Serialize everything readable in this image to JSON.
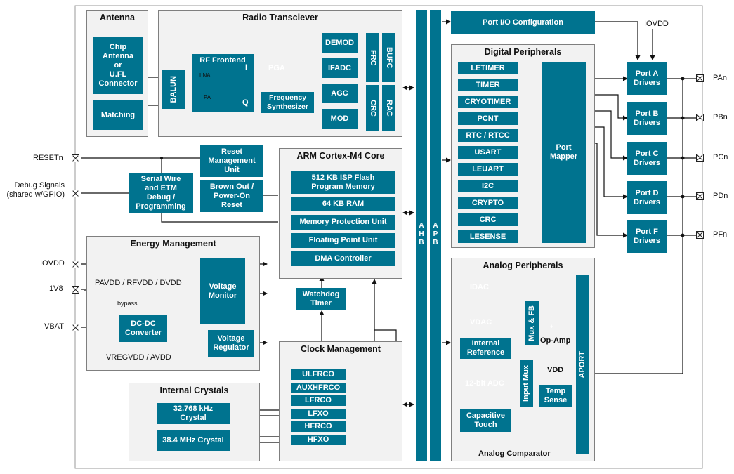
{
  "antenna": {
    "title": "Antenna",
    "chip": "Chip\nAntenna\nor\nU.FL\nConnector",
    "matching": "Matching"
  },
  "radio": {
    "title": "Radio Transciever",
    "balun": "BALUN",
    "rf_frontend": "RF Frontend",
    "lna": "LNA",
    "pa": "PA",
    "i": "I",
    "q": "Q",
    "pga": "PGA",
    "demod": "DEMOD",
    "ifadc": "IFADC",
    "agc": "AGC",
    "mod": "MOD",
    "freq_synth": "Frequency\nSynthesizer",
    "frc": "FRC",
    "bufc": "BUFC",
    "crc": "CRC",
    "rac": "RAC"
  },
  "bus": {
    "ahb": "AHB",
    "apb": "APB"
  },
  "port_io": "Port I/O Configuration",
  "iovdd_top": "IOVDD",
  "digital": {
    "title": "Digital Peripherals",
    "items": [
      "LETIMER",
      "TIMER",
      "CRYOTIMER",
      "PCNT",
      "RTC / RTCC",
      "USART",
      "LEUART",
      "I2C",
      "CRYPTO",
      "CRC",
      "LESENSE"
    ],
    "port_mapper": "Port\nMapper"
  },
  "drivers": [
    "Port A\nDrivers",
    "Port B\nDrivers",
    "Port C\nDrivers",
    "Port D\nDrivers",
    "Port F\nDrivers"
  ],
  "pins": [
    "PAn",
    "PBn",
    "PCn",
    "PDn",
    "PFn"
  ],
  "reset_unit": "Reset\nManagement\nUnit",
  "brownout": "Brown Out /\nPower-On\nReset",
  "serial_wire": "Serial Wire\nand ETM\nDebug /\nProgramming",
  "resetn": "RESETn",
  "debug": "Debug Signals\n(shared w/GPIO)",
  "arm": {
    "title": "ARM Cortex-M4 Core",
    "flash": "512 KB ISP Flash\nProgram Memory",
    "ram": "64 KB RAM",
    "mpu": "Memory Protection Unit",
    "fpu": "Floating Point Unit",
    "dma": "DMA Controller"
  },
  "energy": {
    "title": "Energy Management",
    "voltage_monitor": "Voltage\nMonitor",
    "dcdc": "DC-DC\nConverter",
    "voltage_regulator": "Voltage\nRegulator",
    "pavdd": "PAVDD / RFVDD / DVDD",
    "bypass": "bypass",
    "vregvdd": "VREGVDD / AVDD",
    "iovdd": "IOVDD",
    "v1v8": "1V8",
    "vbat": "VBAT"
  },
  "watchdog": "Watchdog\nTimer",
  "clock": {
    "title": "Clock Management",
    "items": [
      "ULFRCO",
      "AUXHFRCO",
      "LFRCO",
      "LFXO",
      "HFRCO",
      "HFXO"
    ]
  },
  "crystals": {
    "title": "Internal Crystals",
    "c1": "32.768 kHz\nCrystal",
    "c2": "38.4 MHz Crystal"
  },
  "analog": {
    "title": "Analog Peripherals",
    "idac": "IDAC",
    "vdac": "VDAC",
    "internal_ref": "Internal\nReference",
    "mux_fb": "Mux & FB",
    "opamp": "Op-Amp",
    "adc": "12-bit ADC",
    "input_mux": "Input Mux",
    "vdd": "VDD",
    "temp": "Temp\nSense",
    "cap_touch": "Capacitive\nTouch",
    "comparator": "Analog Comparator",
    "aport": "APORT",
    "plus": "+",
    "minus": "-"
  },
  "colors": {
    "block": "#00738f",
    "section": "#f2f2f2"
  }
}
